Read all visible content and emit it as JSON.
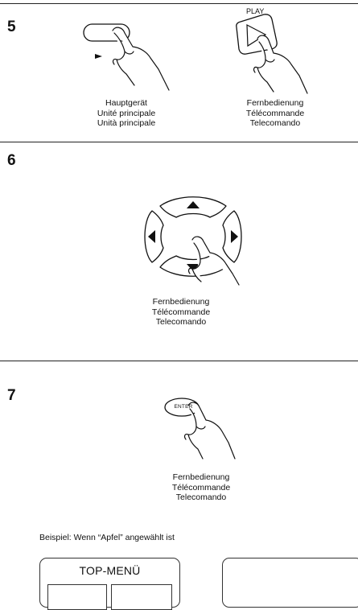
{
  "steps": [
    {
      "number": "5",
      "main_unit_caption": [
        "Hauptgerät",
        "Unité principale",
        "Unità principale"
      ],
      "remote_button_label": "PLAY",
      "remote_caption": [
        "Fernbedienung",
        "Télécommande",
        "Telecomando"
      ]
    },
    {
      "number": "6",
      "remote_caption": [
        "Fernbedienung",
        "Télécommande",
        "Telecomando"
      ]
    },
    {
      "number": "7",
      "remote_button_label": "ENTER",
      "remote_caption": [
        "Fernbedienung",
        "Télécommande",
        "Telecomando"
      ]
    }
  ],
  "example_text": "Beispiel: Wenn “Apfel” angewählt ist",
  "screen": {
    "title": "TOP-MENÜ"
  },
  "icons": [
    "pressing-hand-icon",
    "eject-button-icon",
    "play-button-icon",
    "cursor-pad-icon",
    "enter-button-icon"
  ]
}
